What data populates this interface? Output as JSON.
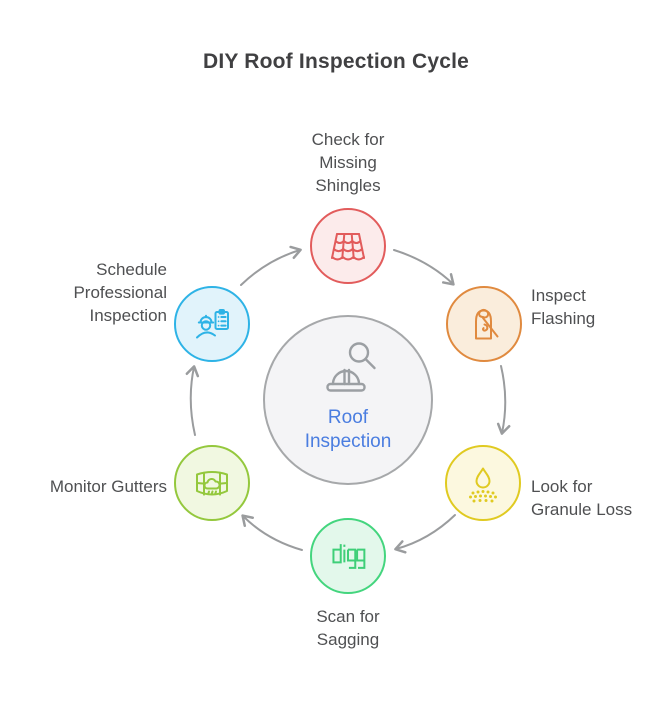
{
  "title": "DIY Roof Inspection Cycle",
  "center": {
    "label": "Roof\nInspection",
    "icon": "helmet-magnifier-icon",
    "text_color": "#4a7de0",
    "fill": "#f4f4f6",
    "stroke": "#a6a8aa"
  },
  "nodes": [
    {
      "id": "check-shingles",
      "label": "Check for\nMissing\nShingles",
      "icon": "roof-tiles-icon",
      "stroke": "#e25c5c",
      "fill": "#fcebeb",
      "position": "top"
    },
    {
      "id": "inspect-flashing",
      "label": "Inspect\nFlashing",
      "icon": "flashing-trowel-icon",
      "stroke": "#e08a3f",
      "fill": "#faeddc",
      "position": "upper-right"
    },
    {
      "id": "granule-loss",
      "label": "Look for\nGranule Loss",
      "icon": "granule-droplet-icon",
      "stroke": "#e0ca21",
      "fill": "#fcf8df",
      "position": "lower-right"
    },
    {
      "id": "scan-sagging",
      "label": "Scan for\nSagging",
      "icon": "digg-logo-icon",
      "stroke": "#44d57e",
      "fill": "#e3f8eb",
      "position": "bottom"
    },
    {
      "id": "monitor-gutters",
      "label": "Monitor Gutters",
      "icon": "gutter-rain-icon",
      "stroke": "#94c83d",
      "fill": "#f1f8e1",
      "position": "lower-left"
    },
    {
      "id": "schedule-professional",
      "label": "Schedule\nProfessional\nInspection",
      "icon": "worker-checklist-icon",
      "stroke": "#2eb3e6",
      "fill": "#e1f3fb",
      "position": "upper-left"
    }
  ],
  "arrows": {
    "color": "#9a9c9e",
    "direction": "clockwise"
  }
}
